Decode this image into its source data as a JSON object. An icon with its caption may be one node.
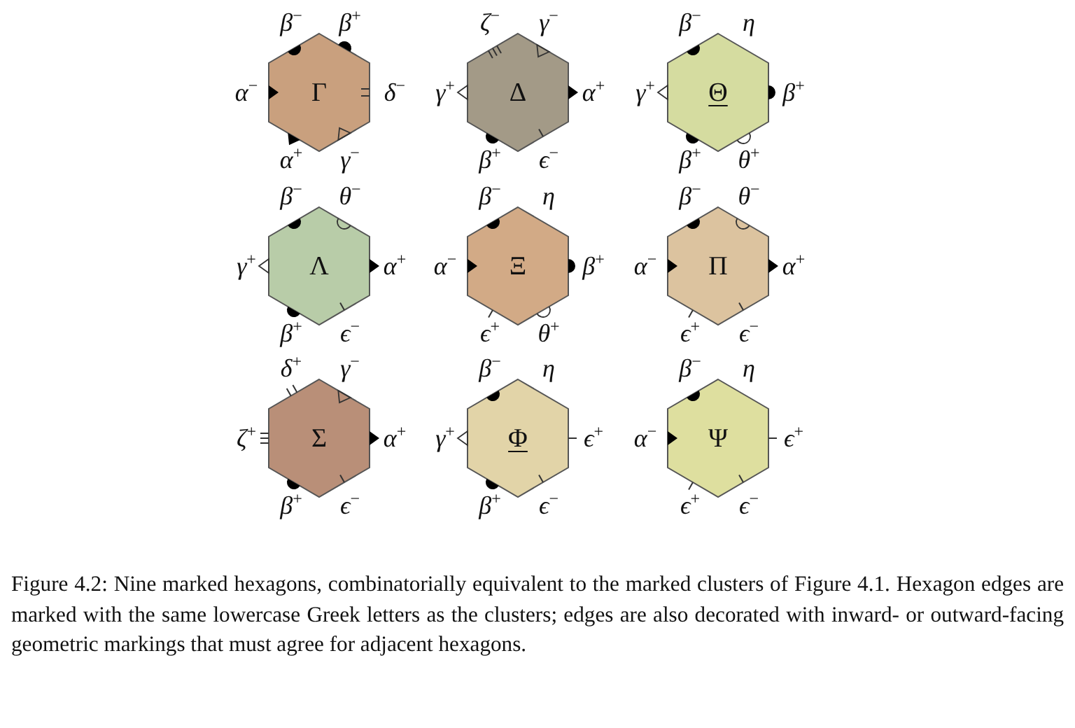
{
  "diagram": {
    "caption": "Figure 4.2: Nine marked hexagons, combinatorially equivalent to the marked clusters of Figure 4.1. Hexagon edges are marked with the same lowercase Greek letters as the clusters; edges are also decorated with inward- or outward-facing geometric markings that must agree for adjacent hexagons.",
    "nodes": [
      {
        "text": [
          "Γ"
        ],
        "beside": [
          "β$^{−}$",
          "β$^{+}$",
          "α$^{−}$",
          "δ$^{−}$",
          "α$^{+}$",
          "γ$^{−}$"
        ]
      },
      {
        "text": [
          "Δ"
        ],
        "beside": [
          "ζ$^{−}$",
          "γ$^{−}$",
          "γ$^{+}$",
          "α$^{+}$",
          "β$^{+}$",
          "ϵ$^{−}$"
        ]
      },
      {
        "text": [
          "Θ"
        ],
        "beside": [
          "β$^{−}$",
          "η",
          "γ$^{+}$",
          "β$^{+}$",
          "β$^{+}$",
          "θ$^{+}$"
        ]
      },
      {
        "text": [
          "Λ"
        ],
        "beside": [
          "β$^{−}$",
          "θ$^{−}$",
          "γ$^{+}$",
          "α$^{+}$",
          "β$^{+}$",
          "ϵ$^{−}$"
        ]
      },
      {
        "text": [
          "Ξ"
        ],
        "beside": [
          "β$^{−}$",
          "η",
          "α$^{−}$",
          "β$^{+}$",
          "ϵ$^{+}$",
          "θ$^{+}$"
        ]
      },
      {
        "text": [
          "Π"
        ],
        "beside": [
          "β$^{−}$",
          "θ$^{−}$",
          "α$^{−}$",
          "α$^{+}$",
          "ϵ$^{+}$",
          "ϵ$^{−}$"
        ]
      },
      {
        "text": [
          "Σ"
        ],
        "beside": [
          "δ$^{+}$",
          "γ$^{−}$",
          "ζ$^{+}$",
          "α$^{+}$",
          "β$^{+}$",
          "ϵ$^{−}$"
        ]
      },
      {
        "text": [
          "Φ"
        ],
        "beside": [
          "β$^{−}$",
          "η",
          "γ$^{+}$",
          "ϵ$^{+}$",
          "β$^{+}$",
          "ϵ$^{−}$"
        ]
      },
      {
        "text": [
          "Ψ"
        ],
        "beside": [
          "β$^{−}$",
          "η",
          "α$^{−}$",
          "ϵ$^{+}$",
          "ϵ$^{+}$",
          "ϵ$^{−}$"
        ]
      }
    ]
  }
}
